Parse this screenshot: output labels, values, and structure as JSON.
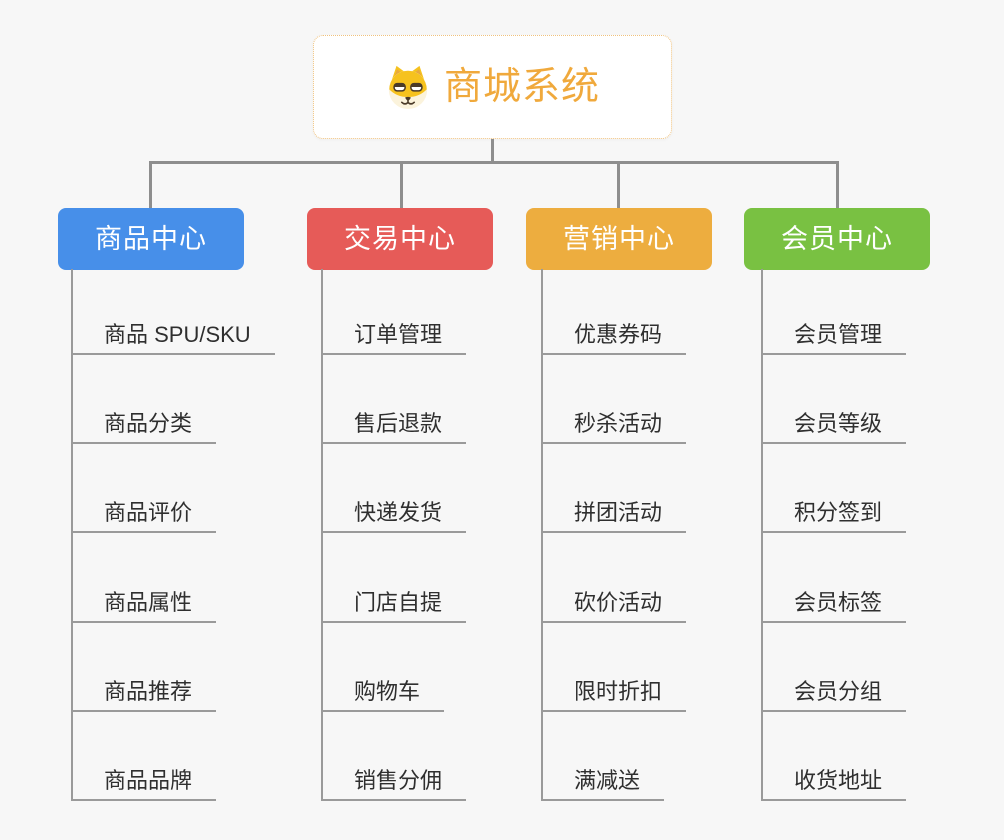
{
  "root": {
    "label": "商城系统",
    "icon": "shiba-dog-logo-icon"
  },
  "branches": [
    {
      "label": "商品中心",
      "color": "#478FE9",
      "children": [
        "商品 SPU/SKU",
        "商品分类",
        "商品评价",
        "商品属性",
        "商品推荐",
        "商品品牌"
      ]
    },
    {
      "label": "交易中心",
      "color": "#E65B58",
      "children": [
        "订单管理",
        "售后退款",
        "快递发货",
        "门店自提",
        "购物车",
        "销售分佣"
      ]
    },
    {
      "label": "营销中心",
      "color": "#EDAD3F",
      "children": [
        "优惠券码",
        "秒杀活动",
        "拼团活动",
        "砍价活动",
        "限时折扣",
        "满减送"
      ]
    },
    {
      "label": "会员中心",
      "color": "#79C142",
      "children": [
        "会员管理",
        "会员等级",
        "积分签到",
        "会员标签",
        "会员分组",
        "收货地址"
      ]
    }
  ],
  "colors": {
    "background": "#F7F7F7",
    "connector": "#8E8E8E",
    "leaf_line": "#9A9A9A",
    "leaf_text": "#2F2F2F",
    "root_border": "#F0C27E",
    "root_text": "#F0A93C"
  }
}
